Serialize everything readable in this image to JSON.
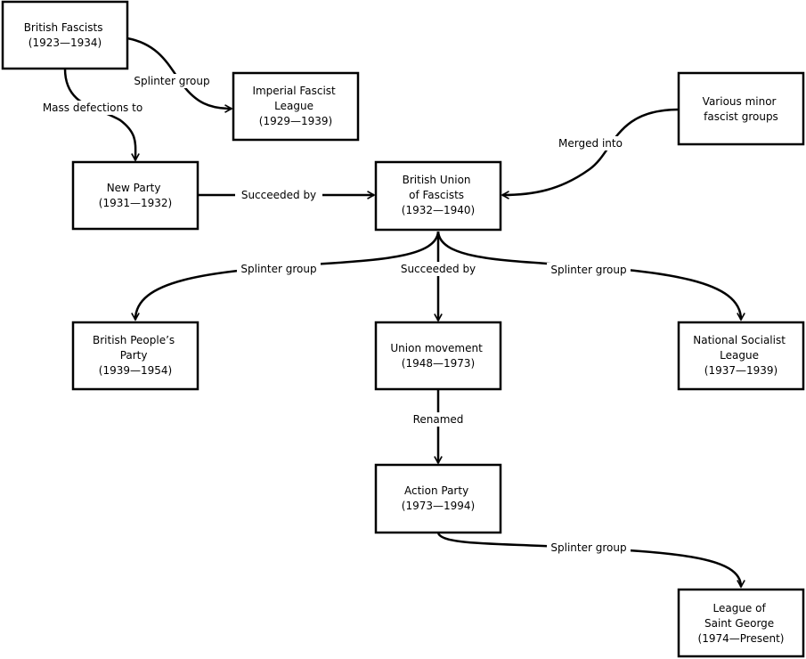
{
  "nodes": {
    "british_fascists": [
      "British Fascists",
      "(1923—1934)"
    ],
    "imperial_fascist_league": [
      "Imperial Fascist",
      "League",
      "(1929—1939)"
    ],
    "various_minor": [
      "Various minor",
      "fascist groups"
    ],
    "new_party": [
      "New Party",
      "(1931—1932)"
    ],
    "buf": [
      "British Union",
      "of Fascists",
      "(1932—1940)"
    ],
    "british_peoples_party": [
      "British People’s",
      "Party",
      "(1939—1954)"
    ],
    "union_movement": [
      "Union movement",
      "(1948—1973)"
    ],
    "national_socialist_league": [
      "National Socialist",
      "League",
      "(1937—1939)"
    ],
    "action_party": [
      "Action Party",
      "(1973—1994)"
    ],
    "league_saint_george": [
      "League of",
      "Saint George",
      "(1974—Present)"
    ]
  },
  "edges": {
    "bf_ifl": "Splinter group",
    "bf_np": "Mass defections to",
    "np_buf": "Succeeded by",
    "minor_buf": "Merged into",
    "buf_bpp": "Splinter group",
    "buf_um": "Succeeded by",
    "buf_nsl": "Splinter group",
    "um_ap": "Renamed",
    "ap_lsg": "Splinter group"
  }
}
